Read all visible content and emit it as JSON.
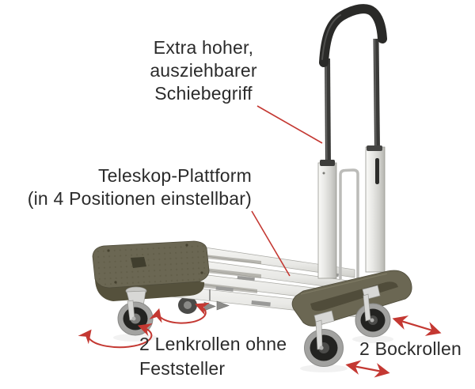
{
  "annotations": {
    "handle": {
      "text": "Extra hoher,\nausziehbarer\nSchiebegriff"
    },
    "platform": {
      "text": "Teleskop-Plattform\n(in 4 Positionen einstellbar)"
    },
    "swivel_casters": {
      "text": "2 Lenkrollen ohne\nFeststeller"
    },
    "fixed_casters": {
      "text": "2 Bockrollen"
    }
  },
  "colors": {
    "background": "#ffffff",
    "text_dark": "#2b2b2b",
    "annotation_red": "#c43832",
    "plastic_olive": "#6b6753",
    "plastic_olive_dark": "#55513c",
    "handle_black": "#2a2a28",
    "aluminum_light": "#f0f0ee",
    "aluminum_mid": "#cfcfcc",
    "metal_zinc": "#d8d8d6",
    "wheel_tread_gray": "#a2a2a0",
    "wheel_dark": "#232321"
  }
}
